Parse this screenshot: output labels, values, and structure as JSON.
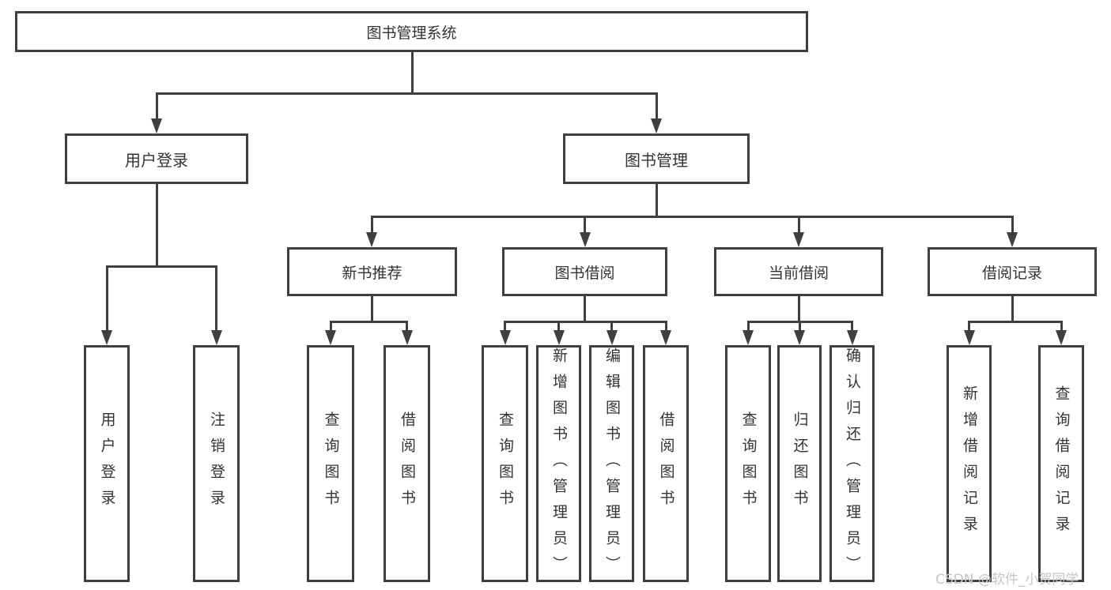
{
  "diagram_title": "图书管理系统",
  "tree": {
    "label": "图书管理系统",
    "children": [
      {
        "label": "用户登录",
        "children": [
          {
            "label": "用户登录"
          },
          {
            "label": "注销登录"
          }
        ]
      },
      {
        "label": "图书管理",
        "children": [
          {
            "label": "新书推荐",
            "children": [
              {
                "label": "查询图书"
              },
              {
                "label": "借阅图书"
              }
            ]
          },
          {
            "label": "图书借阅",
            "children": [
              {
                "label": "查询图书"
              },
              {
                "label": "新增图书（管理员）"
              },
              {
                "label": "编辑图书（管理员）"
              },
              {
                "label": "借阅图书"
              }
            ]
          },
          {
            "label": "当前借阅",
            "children": [
              {
                "label": "查询图书"
              },
              {
                "label": "归还图书"
              },
              {
                "label": "确认归还（管理员）"
              }
            ]
          },
          {
            "label": "借阅记录",
            "children": [
              {
                "label": "新增借阅记录"
              },
              {
                "label": "查询借阅记录"
              }
            ]
          }
        ]
      }
    ]
  },
  "watermark": {
    "text": "CSDN @软件_小贺同学"
  },
  "colors": {
    "line": "#3f3f3f",
    "text": "#333333",
    "box-fill": "#ffffff",
    "background": "#ffffff",
    "watermark": "#c6c6c6"
  }
}
